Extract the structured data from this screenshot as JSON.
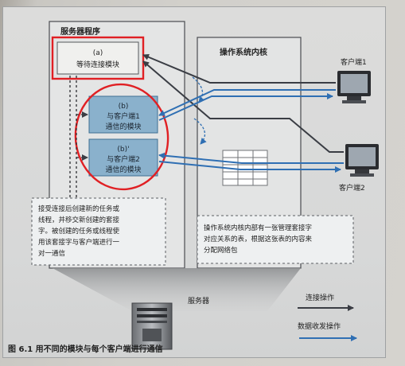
{
  "server_program": {
    "title": "服务器程序"
  },
  "wait_module": {
    "tag": "(a)",
    "label": "等待连接模块"
  },
  "module_b1": {
    "tag": "(b)",
    "line1": "与客户端1",
    "line2": "通信的模块"
  },
  "module_b2": {
    "tag": "(b)'",
    "line1": "与客户端2",
    "line2": "通信的模块"
  },
  "kernel": {
    "title": "操作系统内核"
  },
  "clients": [
    {
      "label": "客户端1"
    },
    {
      "label": "客户端2"
    }
  ],
  "note_left": {
    "lines": [
      "接受连接后创建新的任务或",
      "线程，并移交新创建的套接",
      "字。被创建的任务或线程使",
      "用该套接字与客户端进行一",
      "对一通信"
    ]
  },
  "note_right": {
    "lines": [
      "操作系统内核内部有一张管理套接字",
      "对应关系的表，根据这张表的内容来",
      "分配网络包"
    ]
  },
  "server_label": "服务器",
  "legend": {
    "connect": "连接操作",
    "data": "数据收发操作"
  },
  "caption": "图 6.1  用不同的模块与每个客户端进行通信",
  "colors": {
    "module_fill": "#8ab1cc",
    "highlight_red": "#e02024",
    "data_arrow": "#2f6fb3",
    "connect_arrow": "#3a3d44"
  }
}
